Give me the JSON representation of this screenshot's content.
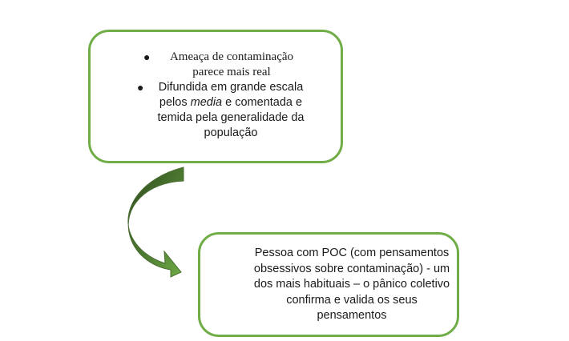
{
  "top_box": {
    "bullet_1": "Ameaça de contaminação parece mais real",
    "bullet_2_pre": "Difundida em grande escala pelos ",
    "bullet_2_em": "media",
    "bullet_2_post": " e comentada e temida pela generalidade da população"
  },
  "bottom_box": {
    "text": "Pessoa com POC (com pensamentos obsessivos sobre contaminação) - um dos mais habituais – o pânico coletivo confirma e valida os seus pensamentos"
  },
  "colors": {
    "box_border": "#70ad47",
    "arrow_fill_dark": "#375623",
    "arrow_fill_light": "#70ad47"
  }
}
